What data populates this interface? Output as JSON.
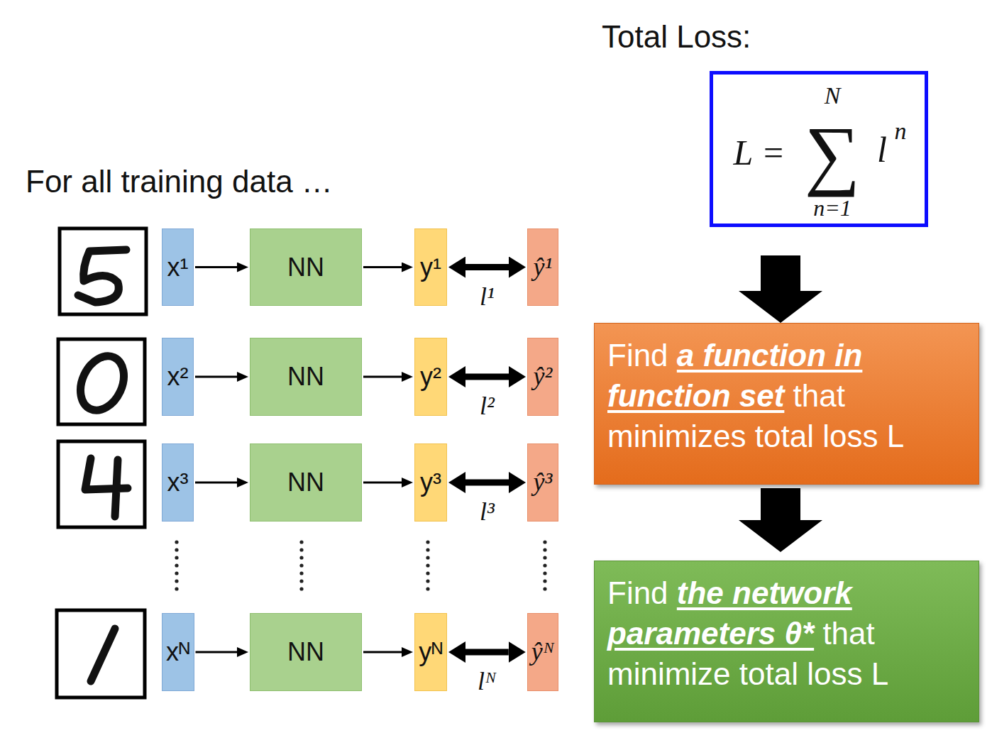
{
  "diagram": {
    "nodes": [
      {
        "text": [
          "x¹"
        ]
      },
      {
        "text": [
          "NN"
        ]
      },
      {
        "text": [
          "y¹"
        ]
      },
      {
        "text": [
          "ŷ¹"
        ]
      },
      {
        "text": [
          "x²"
        ]
      },
      {
        "text": [
          "NN"
        ]
      },
      {
        "text": [
          "y²"
        ]
      },
      {
        "text": [
          "ŷ²"
        ]
      },
      {
        "text": [
          "x³"
        ]
      },
      {
        "text": [
          "NN"
        ]
      },
      {
        "text": [
          "y³"
        ]
      },
      {
        "text": [
          "ŷ³"
        ]
      },
      {
        "text": [
          "xᴺ"
        ]
      },
      {
        "text": [
          "NN"
        ]
      },
      {
        "text": [
          "yᴺ"
        ]
      },
      {
        "text": [
          "ŷᴺ"
        ]
      },
      {
        "text": [
          "L =",
          "∑",
          "N",
          "n=1",
          "l",
          "n"
        ]
      },
      {
        "text": [
          "Find",
          "a function in function set",
          "that minimizes total loss L"
        ]
      },
      {
        "text": [
          "Find",
          "the network parameters θ*",
          "that minimize total loss L"
        ]
      }
    ],
    "edges": [
      {
        "from": 0,
        "to": 1,
        "arrow": "to"
      },
      {
        "from": 1,
        "to": 2,
        "arrow": "to"
      },
      {
        "from": 2,
        "to": 3,
        "arrow": "both",
        "label": "l¹"
      },
      {
        "from": 4,
        "to": 5,
        "arrow": "to"
      },
      {
        "from": 5,
        "to": 6,
        "arrow": "to"
      },
      {
        "from": 6,
        "to": 7,
        "arrow": "both",
        "label": "l²"
      },
      {
        "from": 8,
        "to": 9,
        "arrow": "to"
      },
      {
        "from": 9,
        "to": 10,
        "arrow": "to"
      },
      {
        "from": 10,
        "to": 11,
        "arrow": "both",
        "label": "l³"
      },
      {
        "from": 12,
        "to": 13,
        "arrow": "to"
      },
      {
        "from": 13,
        "to": 14,
        "arrow": "to"
      },
      {
        "from": 14,
        "to": 15,
        "arrow": "both",
        "label": "lᴺ"
      },
      {
        "from": 16,
        "to": 17,
        "arrow": "to"
      },
      {
        "from": 17,
        "to": 18,
        "arrow": "to"
      }
    ],
    "labels": [
      "Total Loss:",
      "For all training data …"
    ]
  }
}
